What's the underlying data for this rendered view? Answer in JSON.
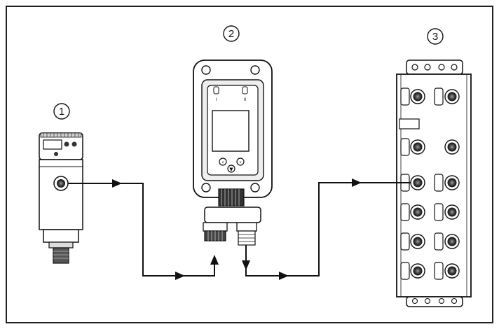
{
  "diagram": {
    "labels": {
      "sensor": "1",
      "adapter": "2",
      "io_module": "3"
    },
    "adapter_buttons": {
      "left": "‹",
      "center": "▼",
      "right": "›"
    },
    "adapter_leds": {
      "left": "I",
      "right": "II"
    },
    "colors": {
      "line": "#111111",
      "device_fill": "#ffffff",
      "device_shade": "#d9d9d9",
      "port": "#3a3a3a",
      "frame": "#222222"
    }
  }
}
